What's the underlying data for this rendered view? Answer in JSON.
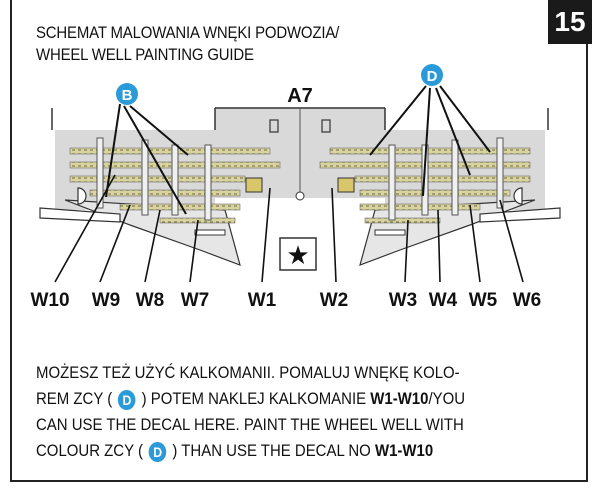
{
  "step_number": "15",
  "title_pl": "SCHEMAT MALOWANIA WNĘKI PODWOZIA/",
  "title_en": "WHEEL WELL PAINTING GUIDE",
  "center_label": "A7",
  "color_callouts": [
    {
      "letter": "B"
    },
    {
      "letter": "D"
    }
  ],
  "decal_labels": [
    "W10",
    "W9",
    "W8",
    "W7",
    "W1",
    "W2",
    "W3",
    "W4",
    "W5",
    "W6"
  ],
  "note": {
    "l1": "MOŻESZ TEŻ UŻYĆ KALKOMANII. POMALUJ WNĘKĘ KOLO-",
    "l2a": "REM ZCY (",
    "l2_badge": "D",
    "l2b": ") POTEM NAKLEJ KALKOMANIE",
    "l2_bold": "W1-W10",
    "l2c": "/YOU",
    "l3": "CAN USE THE DECAL HERE. PAINT THE WHEEL WELL WITH",
    "l4a": "COLOUR ZCY (",
    "l4_badge": "D",
    "l4b": ") THAN USE THE DECAL NO",
    "l4_bold": "W1-W10"
  },
  "colors": {
    "callout": "#2a9ad8",
    "stripe_light": "#d9d3a0",
    "stripe_dark": "#6a6a40",
    "panel": "#d9d9d9"
  },
  "icons": {
    "star": "star-icon"
  }
}
